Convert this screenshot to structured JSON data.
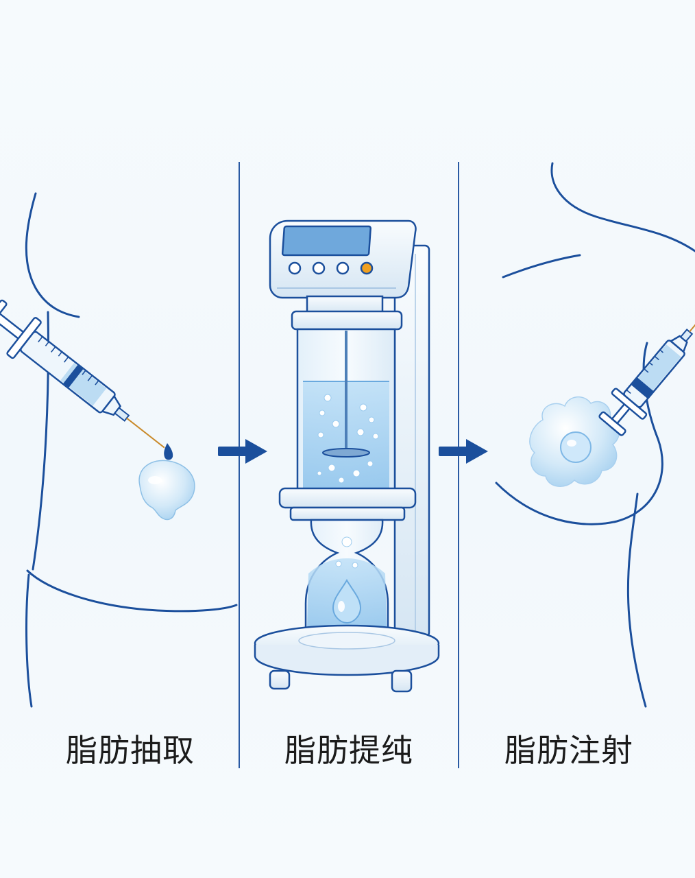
{
  "steps": [
    {
      "label": "脂肪抽取",
      "icon": "syringe-abdomen-icon"
    },
    {
      "label": "脂肪提纯",
      "icon": "centrifuge-machine-icon"
    },
    {
      "label": "脂肪注射",
      "icon": "syringe-breast-icon"
    }
  ],
  "colors": {
    "outline": "#1b4f9c",
    "fat": "#cfe6f7",
    "liquid": "#a9d2f2",
    "accent": "#f0a020",
    "background": "#f4f9fc"
  }
}
